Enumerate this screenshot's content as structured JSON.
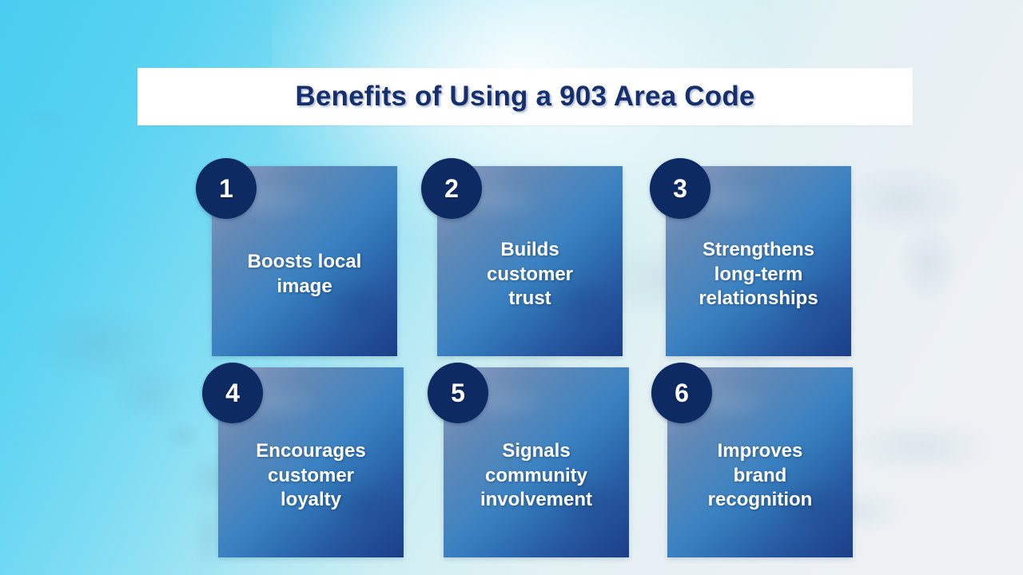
{
  "page": {
    "title": "Benefits of Using a 903 Area Code",
    "background_style": "world-map-watermark",
    "colors": {
      "background_left": "#4FD0F0",
      "background_right": "#EFF2F5",
      "title_text": "#16306E",
      "title_band": "#FFFFFF",
      "badge": "#0D2A63",
      "card_light": "#8FA5C4",
      "card_dark": "#1B3F87",
      "card_text": "#FFFFFF"
    }
  },
  "cards": [
    {
      "number": "1",
      "label": "Boosts local\nimage",
      "line1": "Boosts local",
      "line2": "image",
      "line3": ""
    },
    {
      "number": "2",
      "label": "Builds customer trust",
      "line1": "Builds",
      "line2": "customer",
      "line3": "trust"
    },
    {
      "number": "3",
      "label": "Strengthens long-term relationships",
      "line1": "Strengthens",
      "line2": "long-term",
      "line3": "relationships"
    },
    {
      "number": "4",
      "label": "Encourages customer loyalty",
      "line1": "Encourages",
      "line2": "customer",
      "line3": "loyalty"
    },
    {
      "number": "5",
      "label": "Signals community involvement",
      "line1": "Signals",
      "line2": "community",
      "line3": "involvement"
    },
    {
      "number": "6",
      "label": "Improves brand recognition",
      "line1": "Improves",
      "line2": "brand",
      "line3": "recognition"
    }
  ]
}
